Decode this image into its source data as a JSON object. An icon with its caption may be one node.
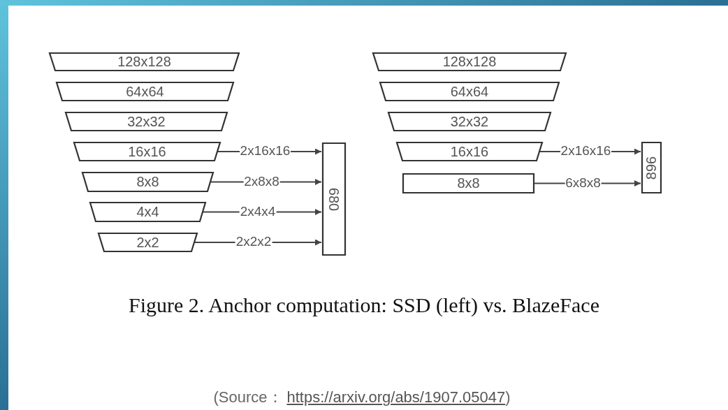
{
  "diagram": {
    "caption": "Figure 2. Anchor computation: SSD (left) vs. BlazeFace",
    "nodes": [
      {
        "text": [
          "128x128"
        ]
      },
      {
        "text": [
          "64x64"
        ]
      },
      {
        "text": [
          "32x32"
        ]
      },
      {
        "text": [
          "16x16"
        ]
      },
      {
        "text": [
          "8x8"
        ]
      },
      {
        "text": [
          "4x4"
        ]
      },
      {
        "text": [
          "2x2"
        ]
      },
      {
        "text": [
          "680"
        ]
      },
      {
        "text": [
          "128x128"
        ]
      },
      {
        "text": [
          "64x64"
        ]
      },
      {
        "text": [
          "32x32"
        ]
      },
      {
        "text": [
          "16x16"
        ]
      },
      {
        "text": [
          "8x8"
        ]
      },
      {
        "text": [
          "896"
        ]
      }
    ],
    "edges": [
      {
        "from": 3,
        "to": 7,
        "arrow": "to",
        "label": "2x16x16"
      },
      {
        "from": 4,
        "to": 7,
        "arrow": "to",
        "label": "2x8x8"
      },
      {
        "from": 5,
        "to": 7,
        "arrow": "to",
        "label": "2x4x4"
      },
      {
        "from": 6,
        "to": 7,
        "arrow": "to",
        "label": "2x2x2"
      },
      {
        "from": 11,
        "to": 13,
        "arrow": "to",
        "label": "2x16x16"
      },
      {
        "from": 12,
        "to": 13,
        "arrow": "to",
        "label": "6x8x8"
      }
    ],
    "labels": [
      "(Source：",
      "https://arxiv.org/abs/1907.05047",
      ")"
    ]
  }
}
